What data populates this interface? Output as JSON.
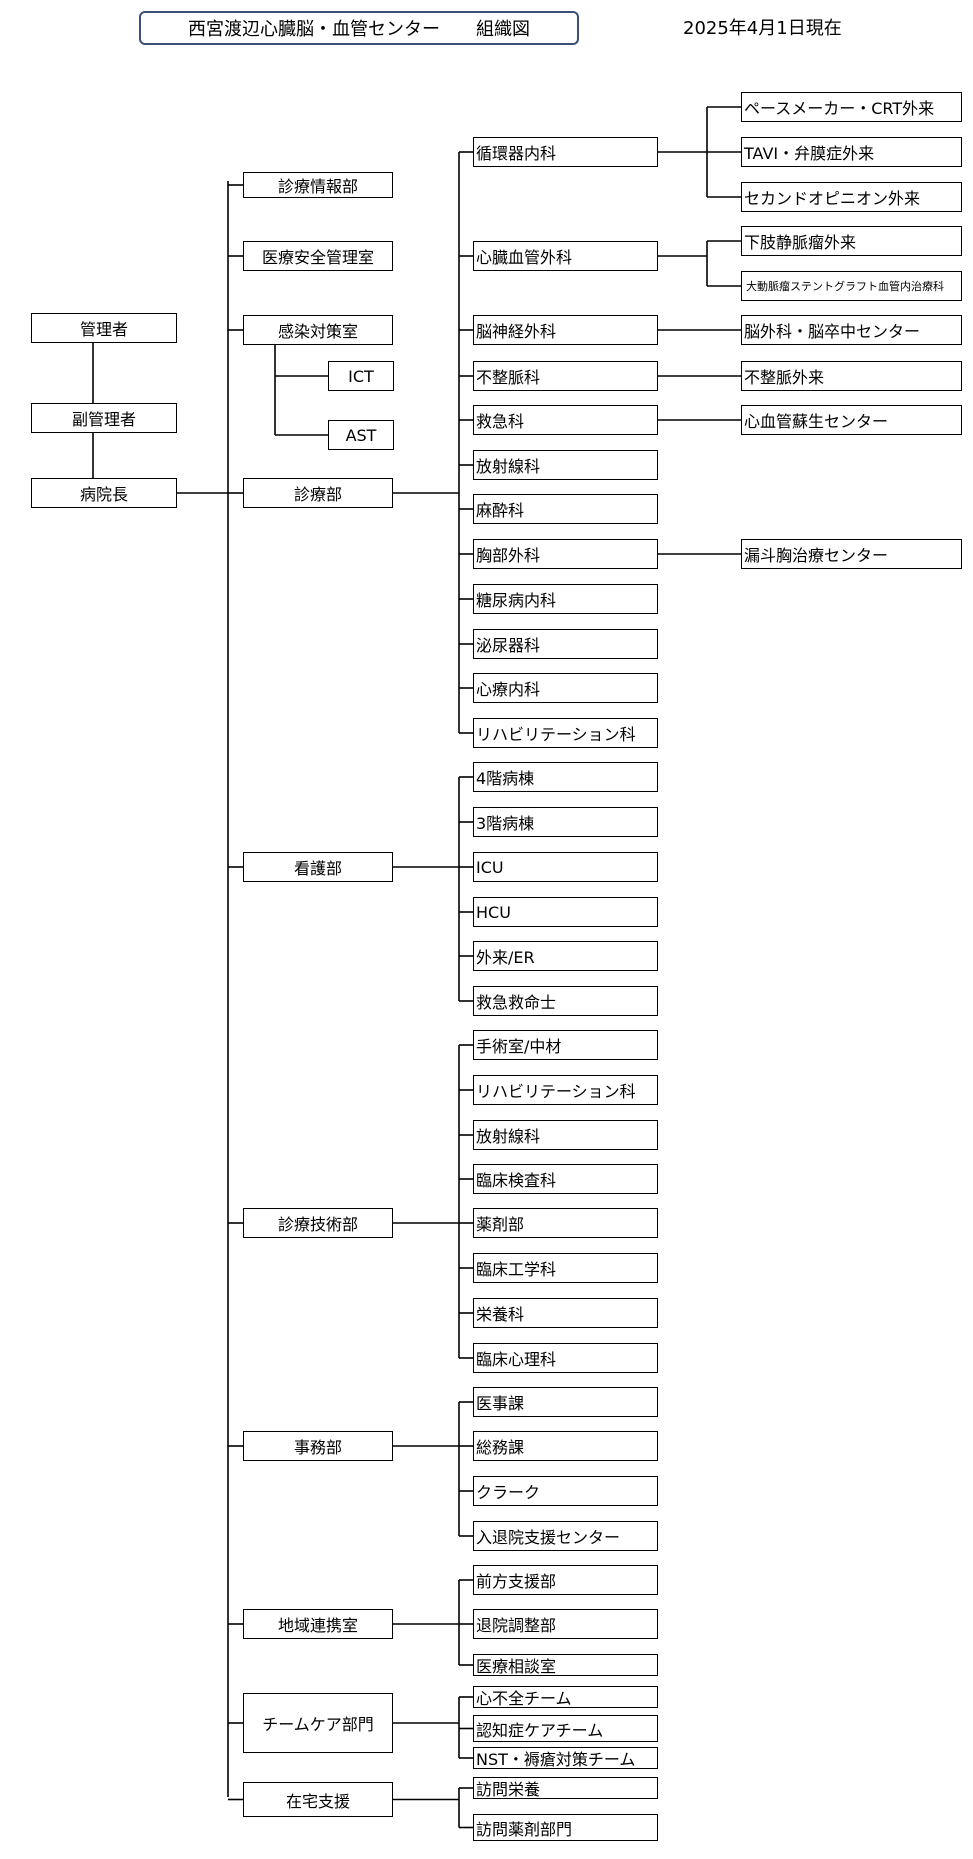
{
  "header": {
    "title": "西宮渡辺心臓脳・血管センター　　組織図",
    "date": "2025年4月1日現在"
  },
  "nodes": {
    "kanrisha": "管理者",
    "fuku_kanrisha": "副管理者",
    "byoincho": "病院長",
    "shinryo_joho": "診療情報部",
    "iryo_anzen": "医療安全管理室",
    "kansen": "感染対策室",
    "ict": "ICT",
    "ast": "AST",
    "shinryobu": "診療部",
    "kangobu": "看護部",
    "gijutsubu": "診療技術部",
    "jimubu": "事務部",
    "chiiki": "地域連携室",
    "team_care": "チームケア部門",
    "zaitaku": "在宅支援",
    "shinryobu_children": [
      "循環器内科",
      "心臓血管外科",
      "脳神経外科",
      "不整脈科",
      "救急科",
      "放射線科",
      "麻酔科",
      "胸部外科",
      "糖尿病内科",
      "泌尿器科",
      "心療内科",
      "リハビリテーション科"
    ],
    "jyunkanki_children": [
      "ペースメーカー・CRT外来",
      "TAVI・弁膜症外来",
      "セカンドオピニオン外来"
    ],
    "shinzo_children": [
      "下肢静脈瘤外来",
      "大動脈瘤ステントグラフト血管内治療科"
    ],
    "noshinkei_child": "脳外科・脳卒中センター",
    "fuseimyaku_child": "不整脈外来",
    "kyukyu_child": "心血管蘇生センター",
    "kyobu_child": "漏斗胸治療センター",
    "kangobu_children": [
      "4階病棟",
      "3階病棟",
      "ICU",
      "HCU",
      "外来/ER",
      "救急救命士"
    ],
    "gijutsubu_children": [
      "手術室/中材",
      "リハビリテーション科",
      "放射線科",
      "臨床検査科",
      "薬剤部",
      "臨床工学科",
      "栄養科",
      "臨床心理科"
    ],
    "jimubu_children": [
      "医事課",
      "総務課",
      "クラーク",
      "入退院支援センター"
    ],
    "chiiki_children": [
      "前方支援部",
      "退院調整部",
      "医療相談室"
    ],
    "team_care_children": [
      "心不全チーム",
      "認知症ケアチーム",
      "NST・褥瘡対策チーム"
    ],
    "zaitaku_children": [
      "訪問栄養",
      "訪問薬剤部門"
    ]
  }
}
